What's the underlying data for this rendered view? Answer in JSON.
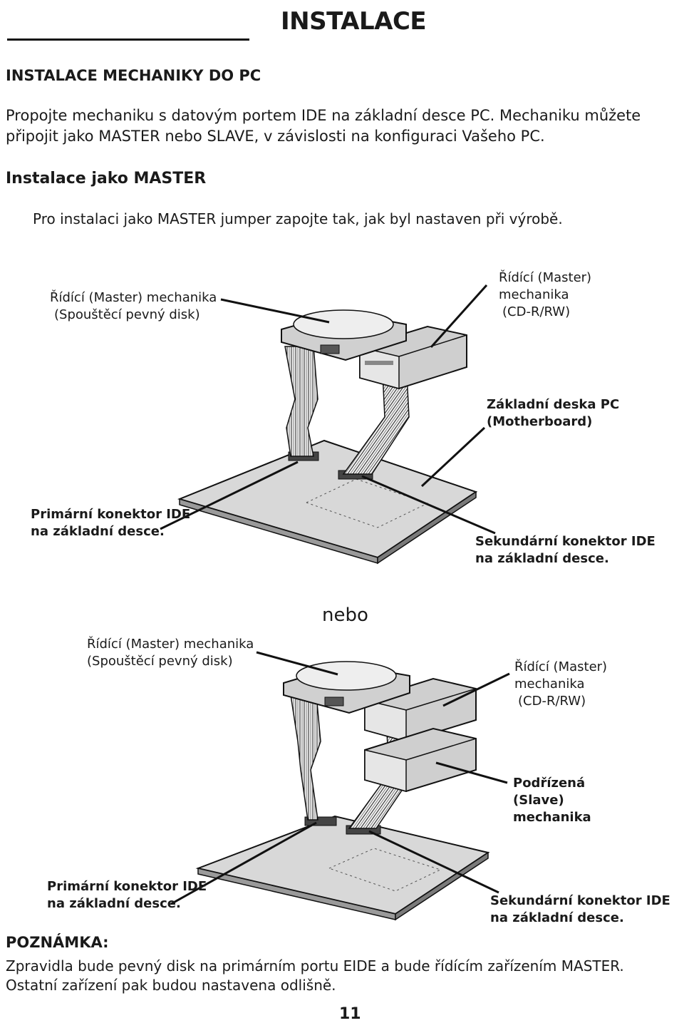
{
  "header": {
    "title": "INSTALACE"
  },
  "section": {
    "title": "INSTALACE MECHANIKY DO PC",
    "intro_line1": "Propojte mechaniku s datovým portem IDE na základní desce PC. Mechaniku můžete",
    "intro_line2": "připojit jako MASTER nebo SLAVE, v závislosti na konfiguraci Vašeho PC."
  },
  "master": {
    "heading": "Instalace jako MASTER",
    "text": "Pro instalaci jako MASTER jumper zapojte tak, jak byl nastaven při výrobě."
  },
  "diagram1": {
    "hdd_label_1": "Řídící (Master) mechanika",
    "hdd_label_2": "(Spouštěcí pevný disk)",
    "cd_label_1": "Řídící (Master)",
    "cd_label_2": "mechanika",
    "cd_label_3": "(CD-R/RW)",
    "mb_label_1": "Základní deska PC",
    "mb_label_2": "(Motherboard)",
    "primary_1": "Primární konektor IDE",
    "primary_2": "na základní desce.",
    "secondary_1": "Sekundární konektor IDE",
    "secondary_2": "na základní desce."
  },
  "separator": "nebo",
  "diagram2": {
    "hdd_label_1": "Řídící (Master) mechanika",
    "hdd_label_2": "(Spouštěcí pevný disk)",
    "cd_label_1": "Řídící (Master)",
    "cd_label_2": "mechanika",
    "cd_label_3": "(CD-R/RW)",
    "slave_1": "Podřízená",
    "slave_2": "(Slave)",
    "slave_3": "mechanika",
    "primary_1": "Primární konektor IDE",
    "primary_2": "na základní desce.",
    "secondary_1": "Sekundární konektor IDE",
    "secondary_2": "na základní desce."
  },
  "note": {
    "title": "POZNÁMKA:",
    "line1": "Zpravidla bude pevný disk  na primárním portu EIDE a bude řídícím zařízením MASTER.",
    "line2": "Ostatní zařízení pak budou nastavena odlišně."
  },
  "page_number": "11"
}
